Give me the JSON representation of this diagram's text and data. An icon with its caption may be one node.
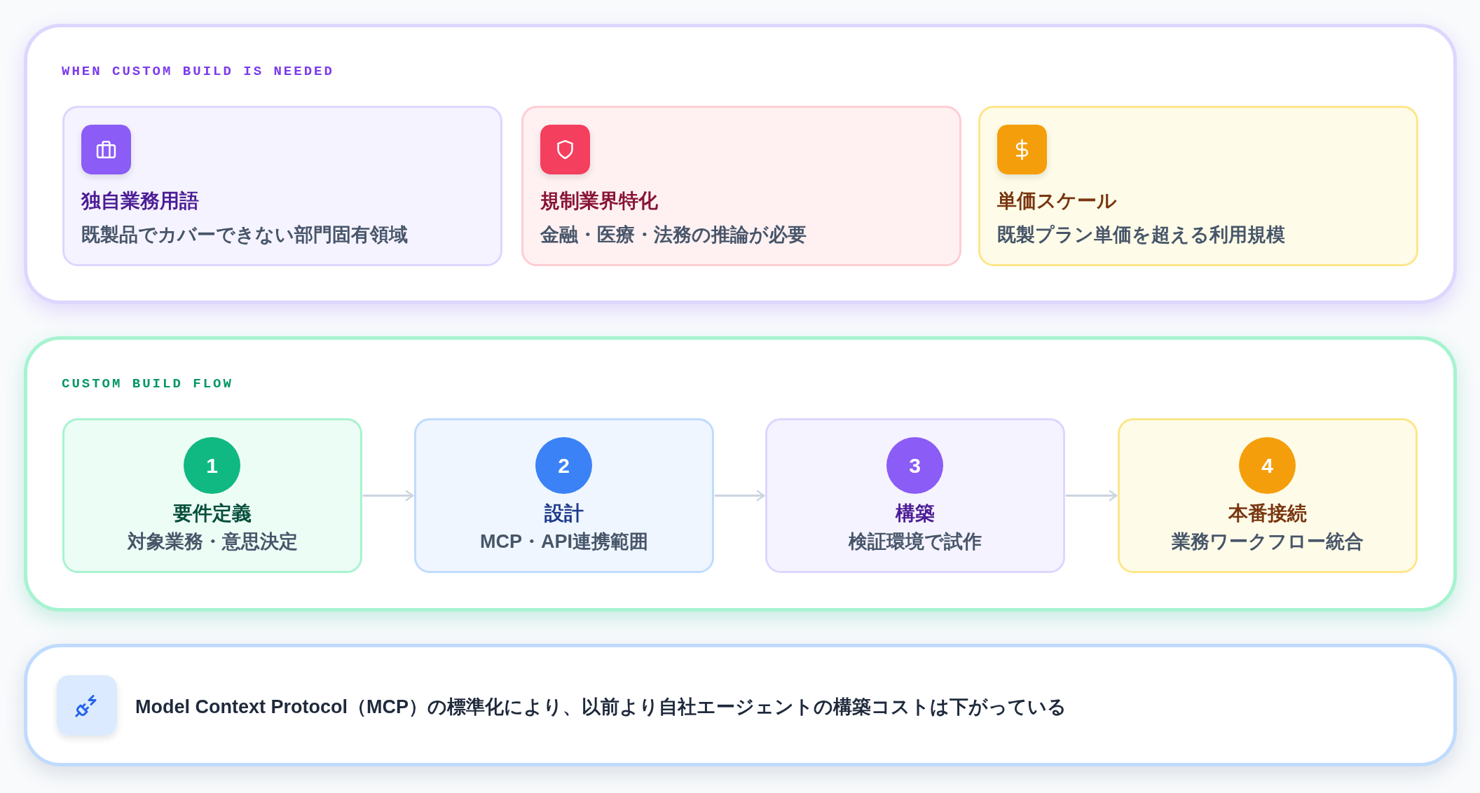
{
  "diagram": {
    "nodes": [
      {
        "text": [
          "WHEN CUSTOM BUILD IS NEEDED"
        ]
      },
      {
        "text": [
          "独自業務用語",
          "既製品でカバーできない部門固有領域"
        ],
        "in": 0
      },
      {
        "text": [
          "規制業界特化",
          "金融・医療・法務の推論が必要"
        ],
        "in": 0
      },
      {
        "text": [
          "単価スケール",
          "既製プラン単価を超える利用規模"
        ],
        "in": 0
      },
      {
        "text": [
          "CUSTOM BUILD FLOW"
        ]
      },
      {
        "text": [
          "要件定義",
          "対象業務・意思決定"
        ],
        "in": 4
      },
      {
        "text": [
          "1"
        ],
        "in": 5
      },
      {
        "text": [
          "設計",
          "MCP・API連携範囲"
        ],
        "in": 4
      },
      {
        "text": [
          "2"
        ],
        "in": 7
      },
      {
        "text": [
          "構築",
          "検証環境で試作"
        ],
        "in": 4
      },
      {
        "text": [
          "3"
        ],
        "in": 9
      },
      {
        "text": [
          "本番接続",
          "業務ワークフロー統合"
        ],
        "in": 4
      },
      {
        "text": [
          "4"
        ],
        "in": 11
      },
      {
        "text": [
          "Model Context Protocol（MCP）の標準化により、以前より自社エージェントの構築コストは下がっている"
        ]
      }
    ],
    "edges": [
      {
        "from": 5,
        "to": 7,
        "arrow": "to"
      },
      {
        "from": 7,
        "to": 9,
        "arrow": "to"
      },
      {
        "from": 9,
        "to": 11,
        "arrow": "to"
      }
    ]
  }
}
